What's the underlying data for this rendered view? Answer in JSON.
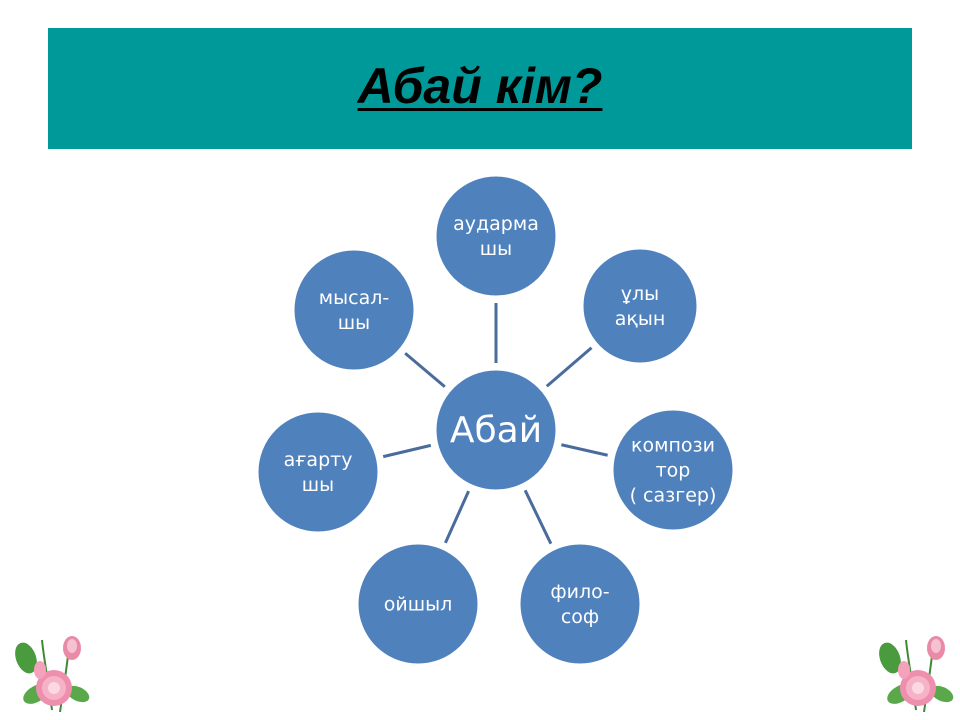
{
  "title": "Абай кім?",
  "colors": {
    "title_band": "#009999",
    "node_fill": "#4f81bd",
    "node_stroke": "#ffffff",
    "connector": "#4a6c9c",
    "text": "#ffffff"
  },
  "center": {
    "label": "Абай"
  },
  "nodes": [
    {
      "id": "audarmashy",
      "lines": [
        "аударма",
        "шы"
      ]
    },
    {
      "id": "uly-akyn",
      "lines": [
        "ұлы",
        "ақын"
      ]
    },
    {
      "id": "kompozitor",
      "lines": [
        "компози",
        "тор",
        "( сазгер)"
      ]
    },
    {
      "id": "filosof",
      "lines": [
        "фило-",
        "соф"
      ]
    },
    {
      "id": "oishyl",
      "lines": [
        "ойшыл"
      ]
    },
    {
      "id": "agartushy",
      "lines": [
        "ағарту",
        "шы"
      ]
    },
    {
      "id": "mysalshy",
      "lines": [
        "мысал-",
        "шы"
      ]
    }
  ],
  "decorations": [
    "rose-bouquet-icon",
    "rose-bouquet-icon"
  ]
}
